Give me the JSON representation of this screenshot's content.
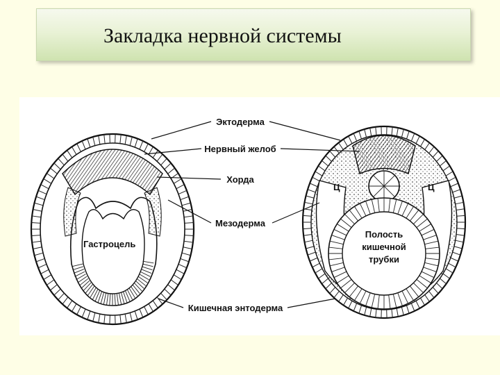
{
  "title": "Закладка нервной системы",
  "diagram": {
    "labels": {
      "ectoderm": "Эктодерма",
      "neural_groove": "Нервный желоб",
      "chord": "Хорда",
      "mesoderm": "Мезодерма",
      "gastrocoel": "Гастроцель",
      "gut_cavity_1": "Полость",
      "gut_cavity_2": "кишечной",
      "gut_cavity_3": "трубки",
      "coelom_left": "Ц",
      "coelom_right": "Ц",
      "endoderm": "Кишечная энтодерма"
    }
  },
  "colors": {
    "background": "#fefee6",
    "title_gradient_bottom": "#cfe3b0",
    "ink": "#111111"
  }
}
